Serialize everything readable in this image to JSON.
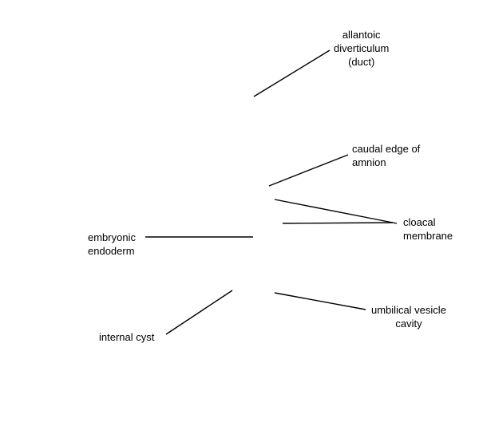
{
  "labels": {
    "allantoic": "allantoic\ndiverticulum\n(duct)",
    "caudal_amnion": "caudal edge of\namnion",
    "cloacal": "cloacal\nmembrane",
    "embryonic_endoderm": "embryonic\nendoderm",
    "umbilical_vesicle": "umbilical vesicle\ncavity",
    "internal_cyst": "internal cyst"
  },
  "colors": {
    "line": "#000000",
    "text": "#000000",
    "background": "#ffffff"
  }
}
